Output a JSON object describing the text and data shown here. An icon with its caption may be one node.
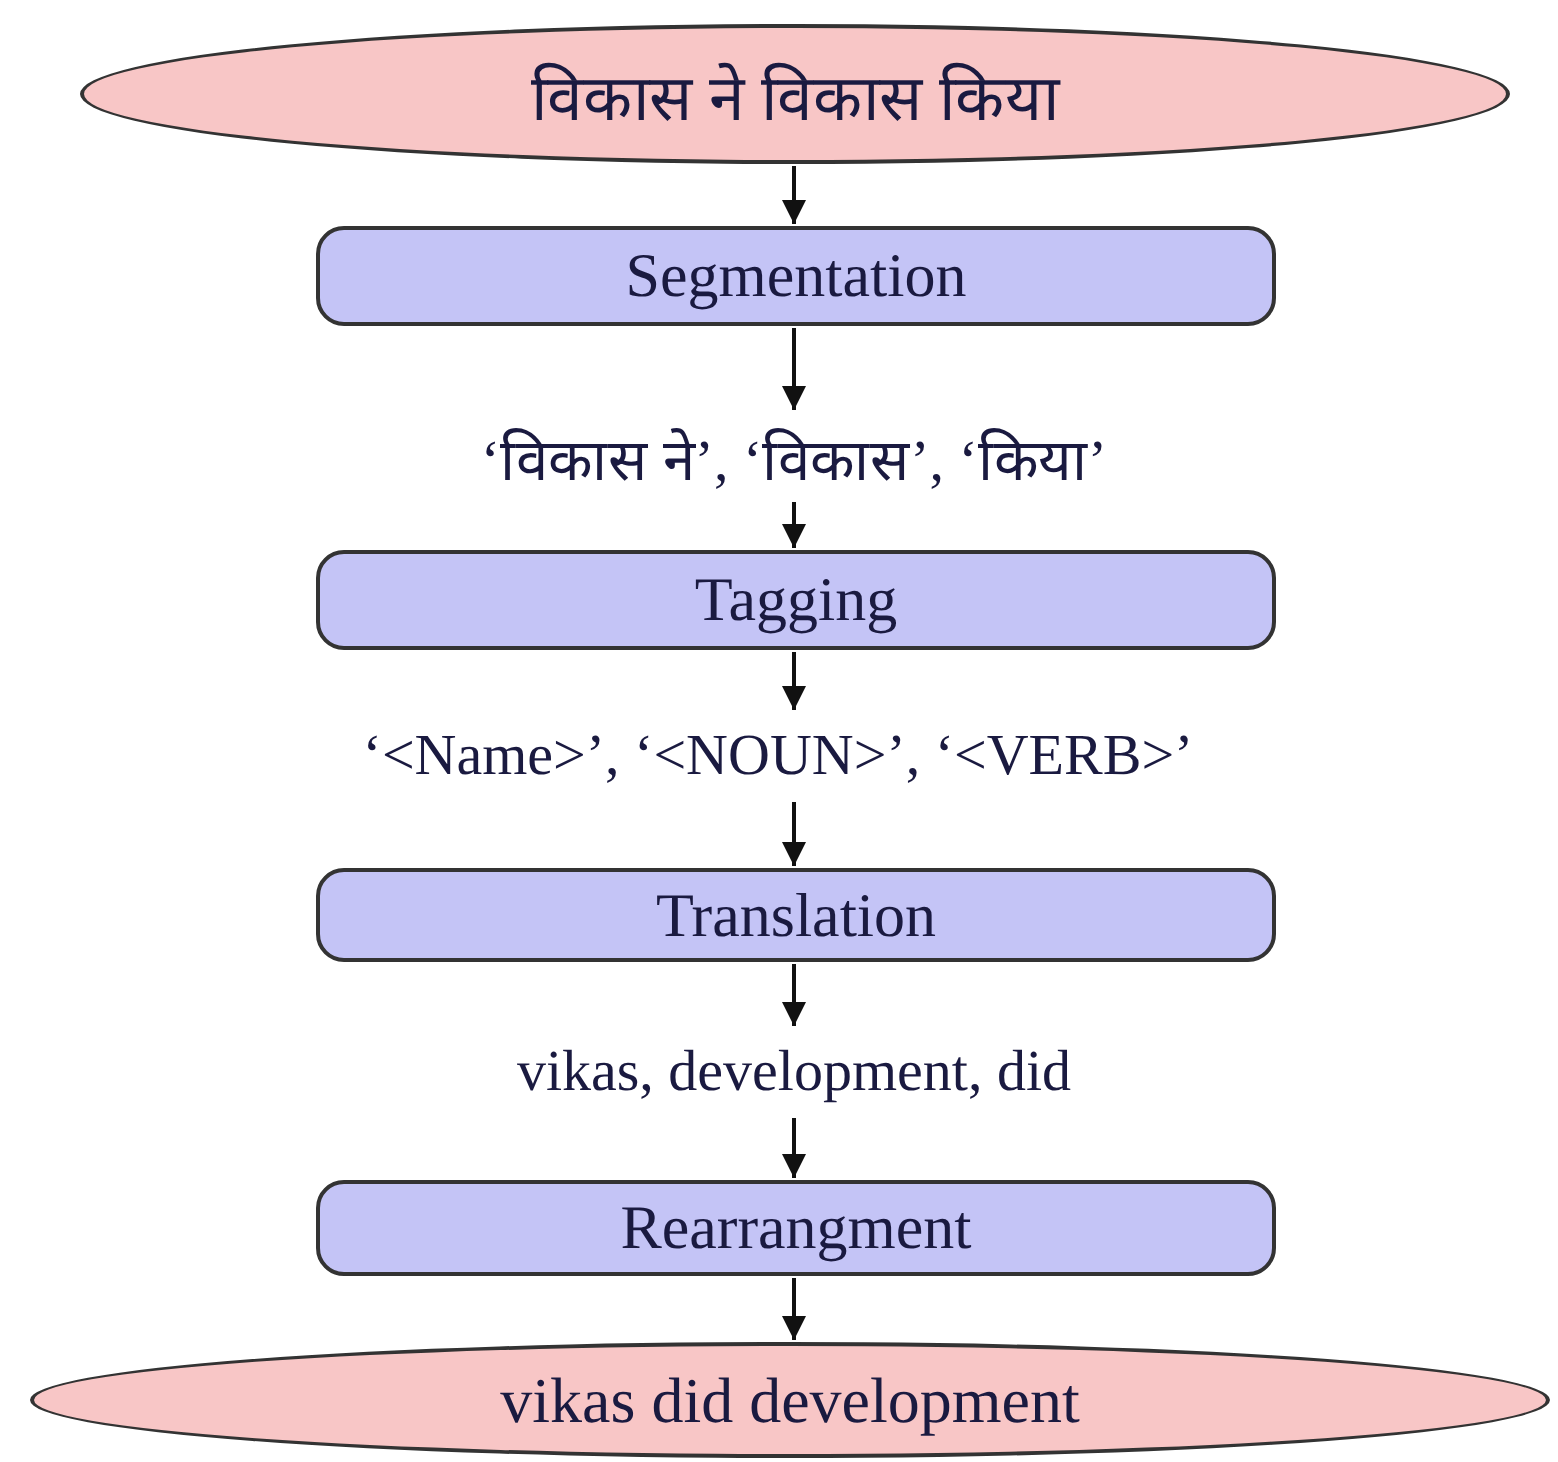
{
  "diagram": {
    "nodes": [
      {
        "text": [
          "विकास ने विकास किया"
        ]
      },
      {
        "text": [
          "Segmentation"
        ]
      },
      {
        "text": [
          "‘विकास ने’, ‘विकास’, ‘किया’"
        ]
      },
      {
        "text": [
          "Tagging"
        ]
      },
      {
        "text": [
          "‘<Name>’, ‘<NOUN>’, ‘<VERB>’"
        ]
      },
      {
        "text": [
          "Translation"
        ]
      },
      {
        "text": [
          "vikas, development, did"
        ]
      },
      {
        "text": [
          "Rearrangment"
        ]
      },
      {
        "text": [
          "vikas did development"
        ]
      }
    ],
    "edges": [
      {
        "from": 0,
        "to": 1,
        "arrow": "to"
      },
      {
        "from": 1,
        "to": 2,
        "arrow": "to"
      },
      {
        "from": 2,
        "to": 3,
        "arrow": "to"
      },
      {
        "from": 3,
        "to": 4,
        "arrow": "to"
      },
      {
        "from": 4,
        "to": 5,
        "arrow": "to"
      },
      {
        "from": 5,
        "to": 6,
        "arrow": "to"
      },
      {
        "from": 6,
        "to": 7,
        "arrow": "to"
      },
      {
        "from": 7,
        "to": 8,
        "arrow": "to"
      }
    ]
  }
}
